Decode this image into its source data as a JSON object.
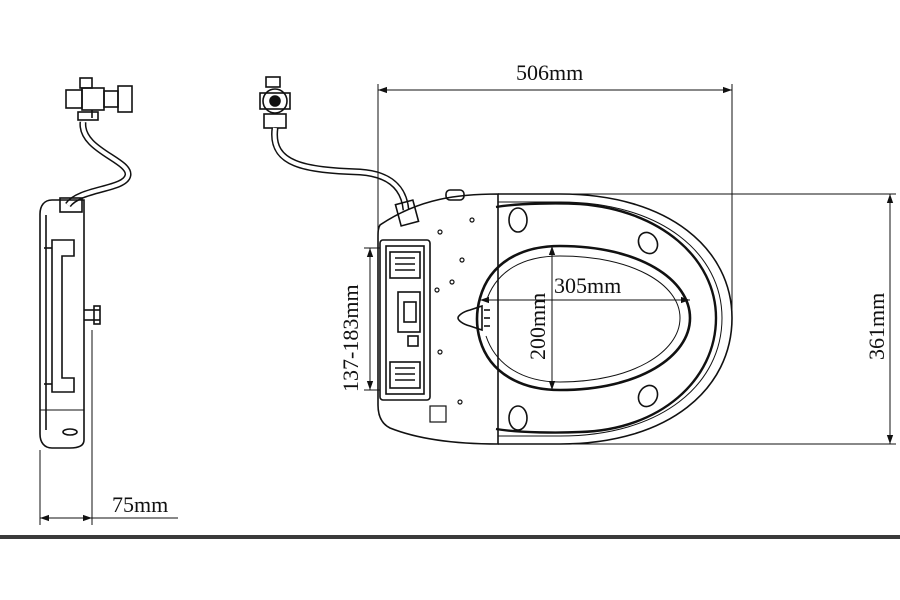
{
  "dimensions": {
    "length": "506mm",
    "width": "361mm",
    "opening_length": "305mm",
    "opening_width": "200mm",
    "mount_range": "137-183mm",
    "thickness": "75mm"
  },
  "colors": {
    "line": "#111111",
    "bottom_rule": "#3a3a3a"
  }
}
